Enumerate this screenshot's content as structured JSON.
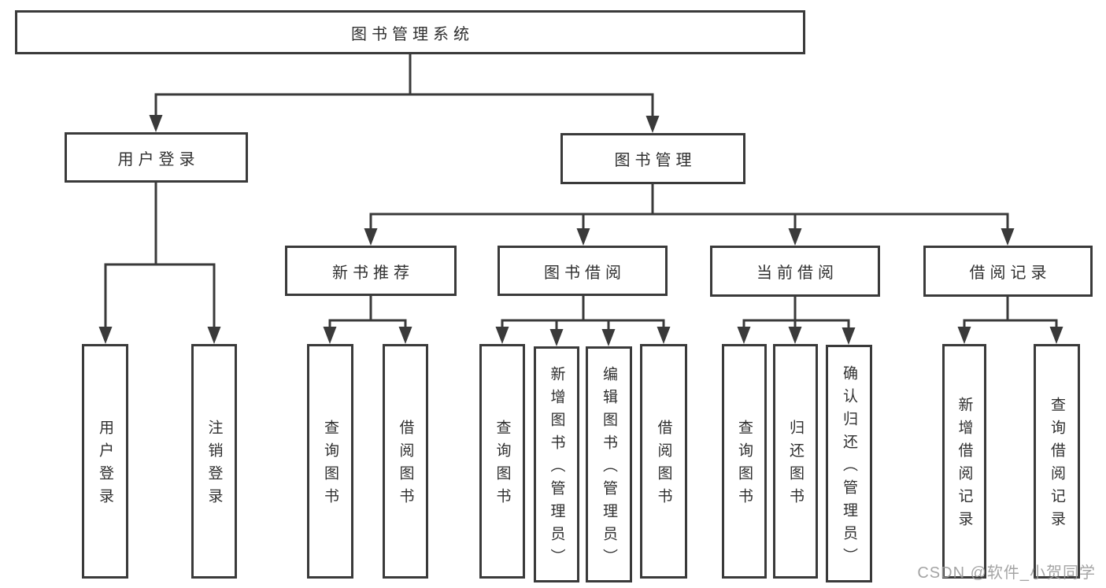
{
  "tree": {
    "label": "图书管理系统",
    "children": [
      {
        "label": "用户登录",
        "children": [
          {
            "label": "用户登录"
          },
          {
            "label": "注销登录"
          }
        ]
      },
      {
        "label": "图书管理",
        "children": [
          {
            "label": "新书推荐",
            "children": [
              {
                "label": "查询图书"
              },
              {
                "label": "借阅图书"
              }
            ]
          },
          {
            "label": "图书借阅",
            "children": [
              {
                "label": "查询图书"
              },
              {
                "label": "新增图书（管理员）"
              },
              {
                "label": "编辑图书（管理员）"
              },
              {
                "label": "借阅图书"
              }
            ]
          },
          {
            "label": "当前借阅",
            "children": [
              {
                "label": "查询图书"
              },
              {
                "label": "归还图书"
              },
              {
                "label": "确认归还（管理员）"
              }
            ]
          },
          {
            "label": "借阅记录",
            "children": [
              {
                "label": "新增借阅记录"
              },
              {
                "label": "查询借阅记录"
              }
            ]
          }
        ]
      }
    ]
  },
  "watermark": "CSDN @软件_小贺同学",
  "colors": {
    "line": "#3a3a3a",
    "text": "#2f2f2f",
    "box_fill": "#ffffff",
    "background": "#ffffff",
    "watermark": "#9b9b9b"
  }
}
